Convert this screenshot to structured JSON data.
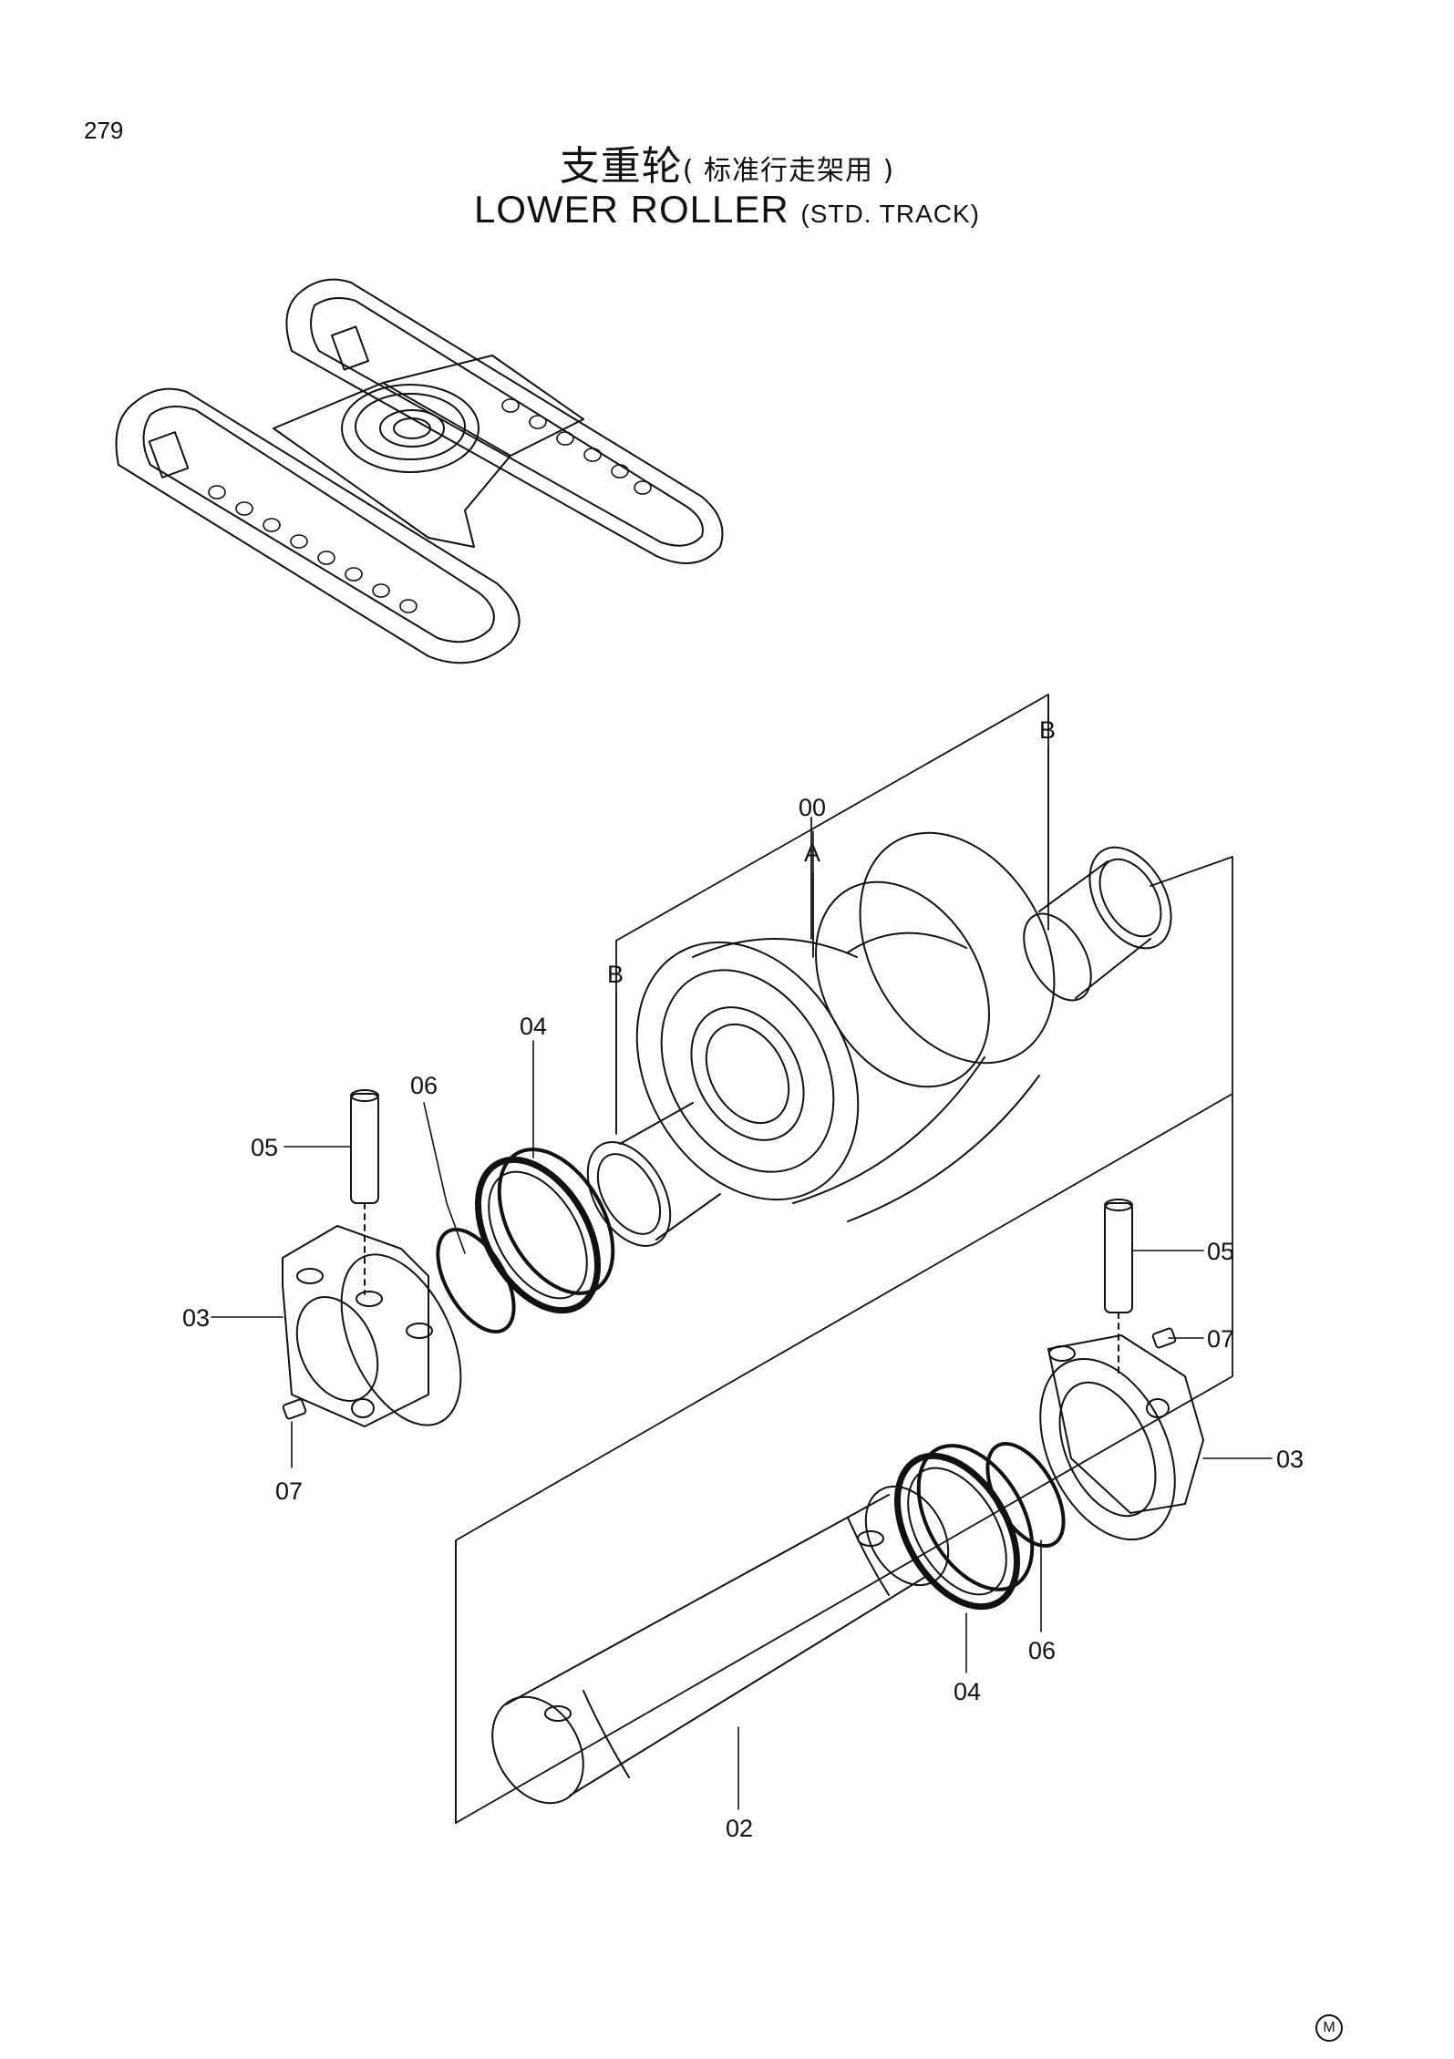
{
  "page_number": "279",
  "title_cn": "支重轮",
  "title_cn_sub": "( 标准行走架用 )",
  "title_en": "LOWER ROLLER",
  "title_en_sub": "(STD. TRACK)",
  "mark": "M",
  "labels": {
    "assembly": "00",
    "roller_body": "A",
    "bushing_top": "B",
    "bushing_left": "B",
    "seal_left": "04",
    "oring_left": "06",
    "pin_left": "05",
    "collar_left": "03",
    "plug_left": "07",
    "pin_right": "05",
    "plug_right": "07",
    "collar_right": "03",
    "oring_right": "06",
    "seal_right": "04",
    "shaft": "02"
  }
}
